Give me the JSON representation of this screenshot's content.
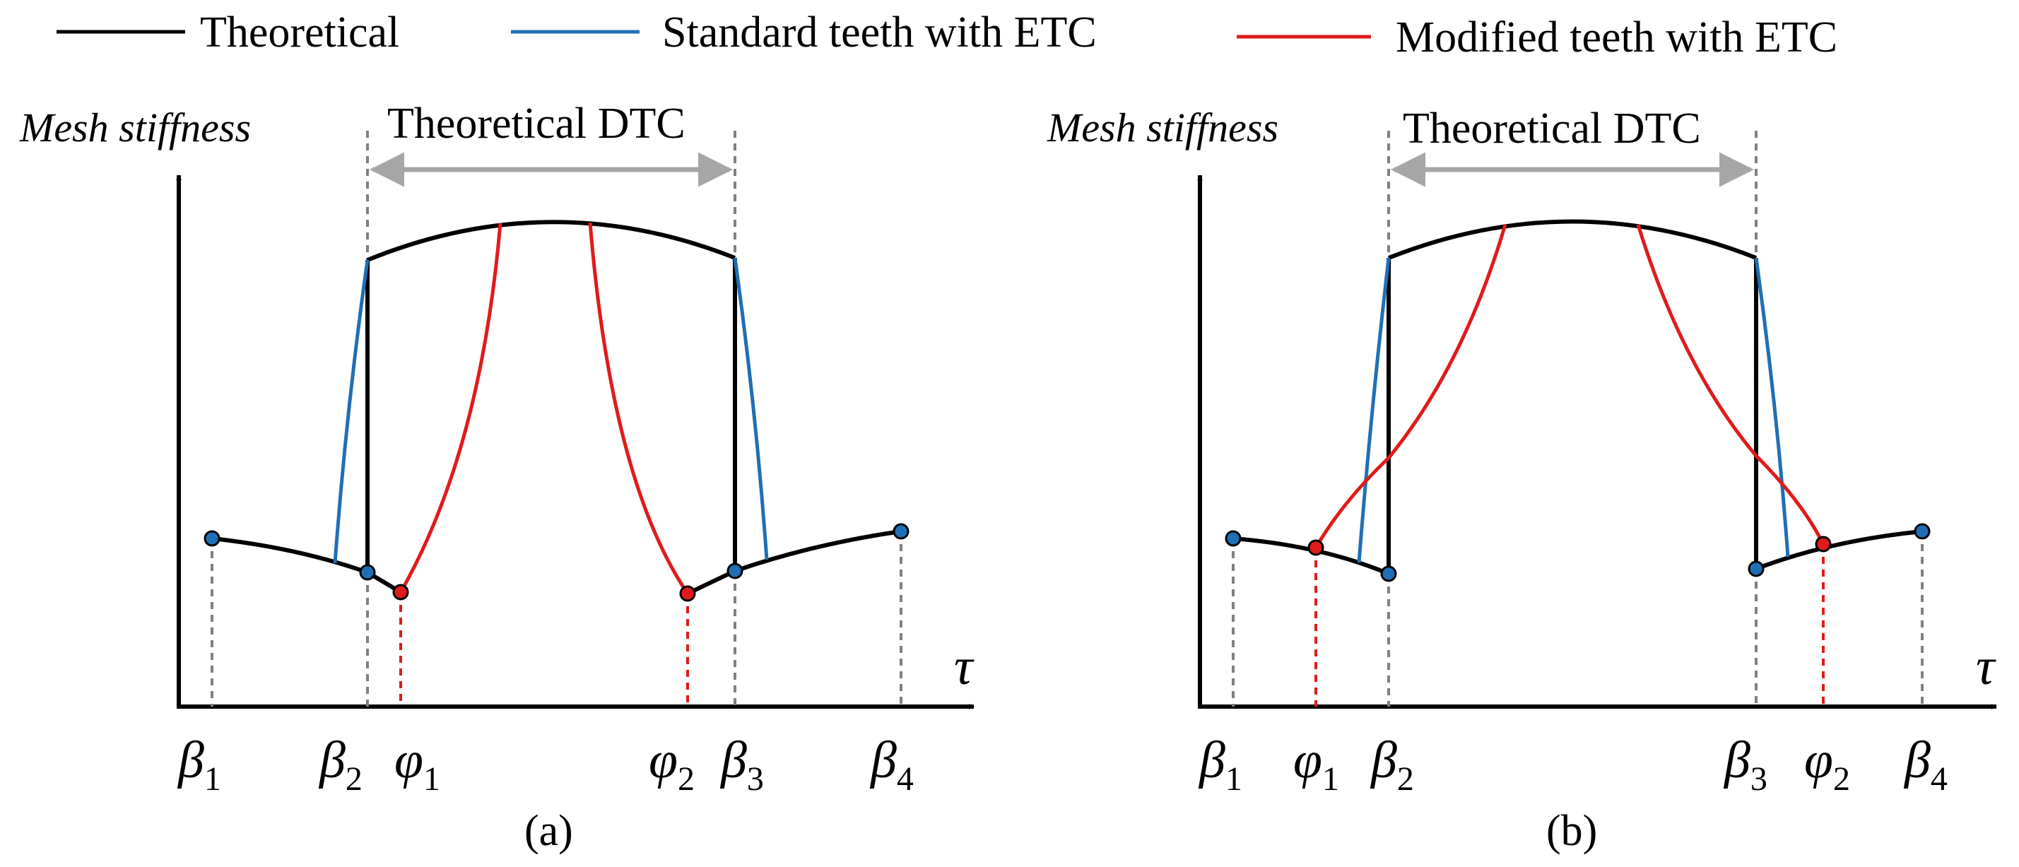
{
  "legend": {
    "theoretical": "Theoretical",
    "standard": "Standard teeth with ETC",
    "modified": "Modified teeth with ETC"
  },
  "colors": {
    "theoretical": "#000000",
    "standard": "#1f6fb5",
    "modified": "#e01b1b",
    "guide": "#808080",
    "dtc_arrow": "#a6a6a6"
  },
  "panel_a": {
    "y_axis_label": "Mesh stiffness",
    "x_axis_label": "τ",
    "dtc_label": "Theoretical DTC",
    "panel_label": "(a)",
    "ticks": [
      {
        "sym": "β",
        "sub": "1"
      },
      {
        "sym": "β",
        "sub": "2"
      },
      {
        "sym": "φ",
        "sub": "1"
      },
      {
        "sym": "φ",
        "sub": "2"
      },
      {
        "sym": "β",
        "sub": "3"
      },
      {
        "sym": "β",
        "sub": "4"
      }
    ]
  },
  "panel_b": {
    "y_axis_label": "Mesh stiffness",
    "x_axis_label": "τ",
    "dtc_label": "Theoretical DTC",
    "panel_label": "(b)",
    "ticks": [
      {
        "sym": "β",
        "sub": "1"
      },
      {
        "sym": "φ",
        "sub": "1"
      },
      {
        "sym": "β",
        "sub": "2"
      },
      {
        "sym": "β",
        "sub": "3"
      },
      {
        "sym": "φ",
        "sub": "2"
      },
      {
        "sym": "β",
        "sub": "4"
      }
    ]
  }
}
